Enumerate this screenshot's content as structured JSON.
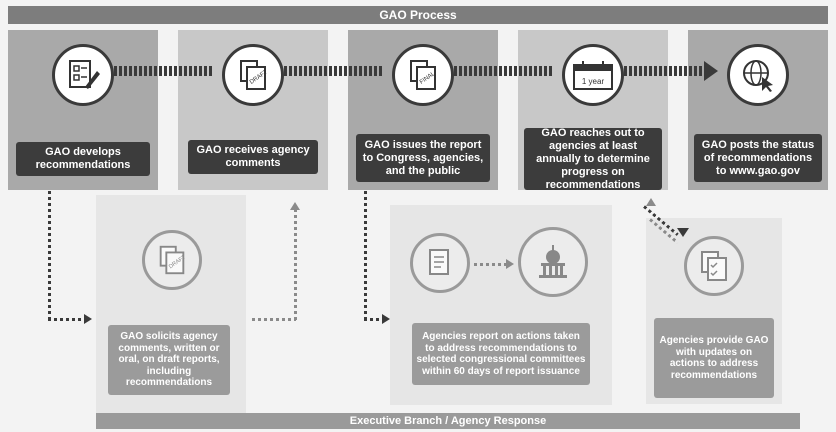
{
  "header": {
    "title": "GAO Process"
  },
  "footer": {
    "title": "Executive Branch / Agency Response"
  },
  "gao_steps": [
    {
      "text": "GAO develops recommendations",
      "icon": "checklist-pencil-icon"
    },
    {
      "text": "GAO receives agency comments",
      "icon": "draft-documents-icon"
    },
    {
      "text": "GAO issues the report to Congress, agencies, and the public",
      "icon": "final-documents-icon"
    },
    {
      "text": "GAO reaches out to agencies at least annually to determine progress on recommendations",
      "icon": "calendar-icon",
      "icon_label": "1 year"
    },
    {
      "text": "GAO posts the status of recommendations to www.gao.gov",
      "icon": "globe-cursor-icon"
    }
  ],
  "agency_steps": [
    {
      "text": "GAO solicits agency comments, written or oral, on draft reports, including recommendations",
      "icon": "draft-documents-icon"
    },
    {
      "text": "Agencies report on actions taken to address recommendations to selected congressional committees within 60 days of report issuance",
      "icon": "report-to-capitol-icon"
    },
    {
      "text": "Agencies provide GAO with updates on actions to address recommendations",
      "icon": "checklist-documents-icon"
    }
  ],
  "colors": {
    "dark": "#3c3c3c",
    "mid": "#a9a9a9",
    "light": "#e6e6e6"
  }
}
